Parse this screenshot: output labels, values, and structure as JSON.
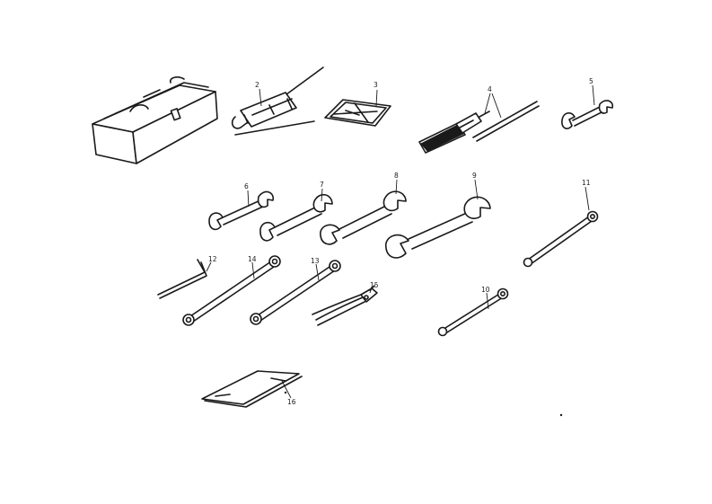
{
  "parts": [
    {
      "id": "toolbox",
      "label": ""
    },
    {
      "id": "tire-pump",
      "label": "2"
    },
    {
      "id": "tool-pouch",
      "label": "3"
    },
    {
      "id": "screwdriver",
      "label": "4"
    },
    {
      "id": "wrench-5",
      "label": "5"
    },
    {
      "id": "wrench-6",
      "label": "6"
    },
    {
      "id": "wrench-7",
      "label": "7"
    },
    {
      "id": "wrench-8",
      "label": "8"
    },
    {
      "id": "wrench-9",
      "label": "9"
    },
    {
      "id": "ring-wrench-10",
      "label": "10"
    },
    {
      "id": "ring-wrench-11",
      "label": "11"
    },
    {
      "id": "hex-key-12",
      "label": "12"
    },
    {
      "id": "ring-wrench-13",
      "label": "13"
    },
    {
      "id": "ring-wrench-14",
      "label": "14"
    },
    {
      "id": "pliers-15",
      "label": "15"
    },
    {
      "id": "manual-16",
      "label": "16"
    }
  ]
}
